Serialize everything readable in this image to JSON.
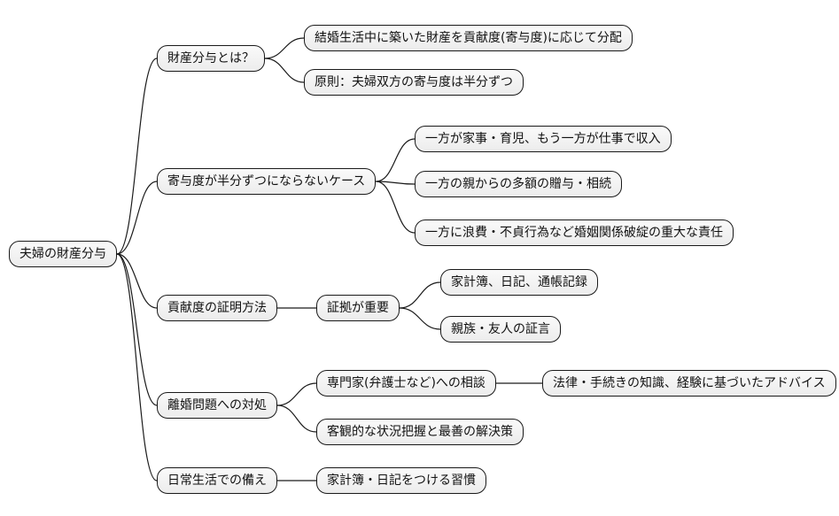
{
  "mindmap": {
    "style": {
      "node_fill": "#f2f2f2",
      "node_border": "#1a1a1a",
      "edge_color": "#1a1a1a",
      "background": "#ffffff",
      "text_color": "#111111"
    },
    "root": {
      "label": "夫婦の財産分与",
      "children": [
        {
          "label": "財産分与とは？",
          "children": [
            {
              "label": "結婚生活中に築いた財産を貢献度(寄与度)に応じて分配"
            },
            {
              "label": "原則：夫婦双方の寄与度は半分ずつ"
            }
          ]
        },
        {
          "label": "寄与度が半分ずつにならないケース",
          "children": [
            {
              "label": "一方が家事・育児、もう一方が仕事で収入"
            },
            {
              "label": "一方の親からの多額の贈与・相続"
            },
            {
              "label": "一方に浪費・不貞行為など婚姻関係破綻の重大な責任"
            }
          ]
        },
        {
          "label": "貢献度の証明方法",
          "children": [
            {
              "label": "証拠が重要",
              "children": [
                {
                  "label": "家計簿、日記、通帳記録"
                },
                {
                  "label": "親族・友人の証言"
                }
              ]
            }
          ]
        },
        {
          "label": "離婚問題への対処",
          "children": [
            {
              "label": "専門家(弁護士など)への相談",
              "children": [
                {
                  "label": "法律・手続きの知識、経験に基づいたアドバイス"
                }
              ]
            },
            {
              "label": "客観的な状況把握と最善の解決策"
            }
          ]
        },
        {
          "label": "日常生活での備え",
          "children": [
            {
              "label": "家計簿・日記をつける習慣"
            }
          ]
        }
      ]
    }
  }
}
